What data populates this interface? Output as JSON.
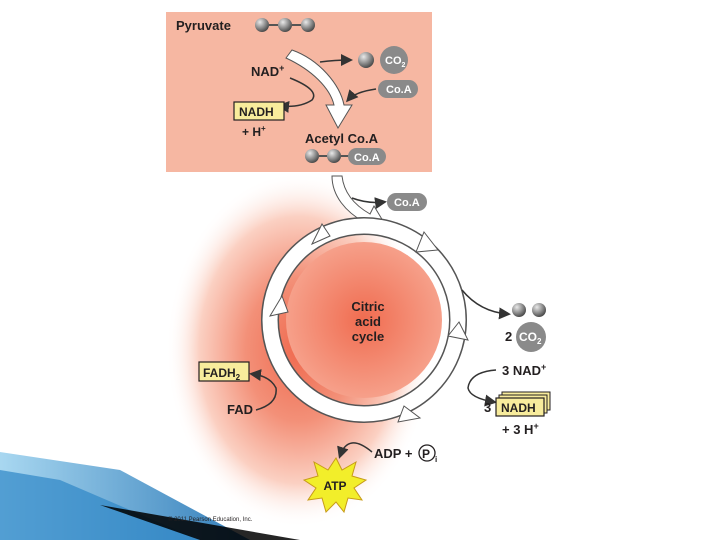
{
  "colors": {
    "panel": "#f6b7a2",
    "glow_center": "#ef6a4f",
    "molecule": "#8a8a8a",
    "box_fill": "#f8ec9c",
    "box_border": "#c79b18",
    "atp_fill": "#f2ee2a",
    "arrow_fill": "#ffffff",
    "arrow_stroke": "#555555",
    "accent_blue": "#2a7fc1"
  },
  "top": {
    "pyruvate": "Pyruvate",
    "co2": "CO",
    "co2_sub": "2",
    "nad_plus": "NAD",
    "plus_sup": "+",
    "coa": "Co.A",
    "nadh": "NADH",
    "h_plus": "+ H",
    "acetyl_coa": "Acetyl Co.A",
    "acetyl_coa_tag": "Co.A"
  },
  "cycle": {
    "coa_out": "Co.A",
    "line1": "Citric",
    "line2": "acid",
    "line3": "cycle",
    "co2_coeff": "2",
    "co2": "CO",
    "co2_sub": "2",
    "nad": "3 NAD",
    "nadh_coeff": "3",
    "nadh": "NADH",
    "h": "+ 3 H",
    "plus_sup": "+",
    "fadh": "FADH",
    "fadh_sub": "2",
    "fad": "FAD",
    "adp": "ADP +",
    "pi": "P",
    "pi_sub": "i",
    "atp": "ATP"
  },
  "copyright": "© 2011 Pearson Education, Inc."
}
